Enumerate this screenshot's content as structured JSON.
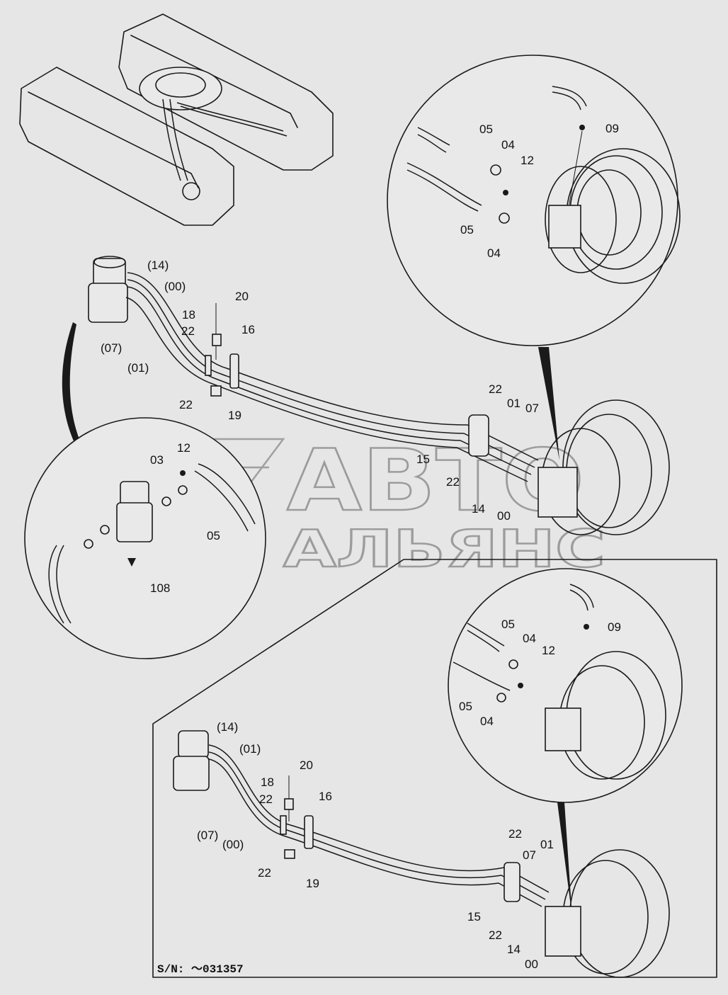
{
  "watermark": {
    "line1": "АВТО",
    "line2": "АЛЬЯНС"
  },
  "serial_note": "S/N: ～031357",
  "callouts": {
    "upper_detail": {
      "c09": "09",
      "c05a": "05",
      "c04a": "04",
      "c12": "12",
      "c05b": "05",
      "c04b": "04"
    },
    "upper_main": {
      "c14": "(14)",
      "c00": "(00)",
      "c07": "(07)",
      "c01": "(01)",
      "c20": "20",
      "c18": "18",
      "c22a": "22",
      "c16": "16",
      "c22b": "22",
      "c19": "19",
      "c22c": "22",
      "c01b": "01",
      "c07b": "07",
      "c15": "15",
      "c22d": "22",
      "c14b": "14",
      "c00b": "00"
    },
    "left_detail": {
      "c03": "03",
      "c12": "12",
      "c05": "05",
      "c108": "108"
    },
    "lower_detail": {
      "c05a": "05",
      "c04a": "04",
      "c12": "12",
      "c09": "09",
      "c05b": "05",
      "c04b": "04"
    },
    "lower_main": {
      "c14": "(14)",
      "c01": "(01)",
      "c20": "20",
      "c18": "18",
      "c22a": "22",
      "c16": "16",
      "c07": "(07)",
      "c00": "(00)",
      "c22b": "22",
      "c19": "19",
      "c22c": "22",
      "c07b": "07",
      "c01b": "01",
      "c15": "15",
      "c22d": "22",
      "c14b": "14",
      "c00b": "00"
    }
  }
}
